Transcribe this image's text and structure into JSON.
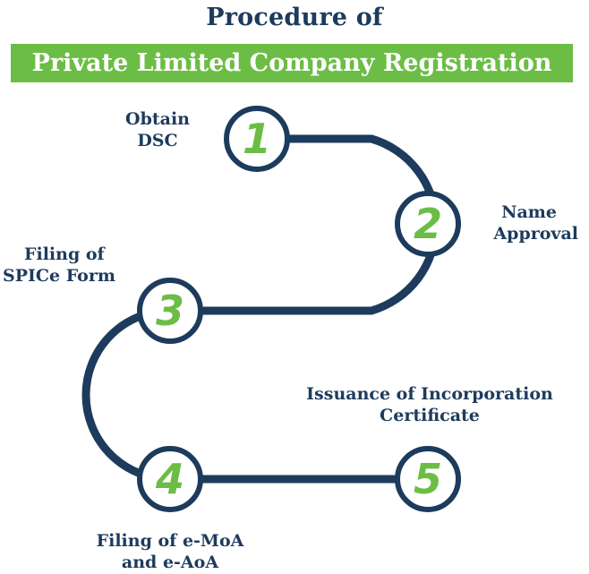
{
  "title": "Procedure of",
  "banner": "Private Limited Company Registration",
  "colors": {
    "navy": "#1d3b5c",
    "green": "#6cbd45",
    "white": "#ffffff"
  },
  "steps": [
    {
      "number": "1",
      "label_lines": [
        "Obtain",
        "DSC"
      ]
    },
    {
      "number": "2",
      "label_lines": [
        "Name",
        "Approval"
      ]
    },
    {
      "number": "3",
      "label_lines": [
        "Filing of",
        "SPICe Form"
      ]
    },
    {
      "number": "4",
      "label_lines": [
        "Filing of e-MoA",
        "and e-AoA"
      ]
    },
    {
      "number": "5",
      "label_lines": [
        "Issuance of Incorporation",
        "Certificate"
      ]
    }
  ]
}
